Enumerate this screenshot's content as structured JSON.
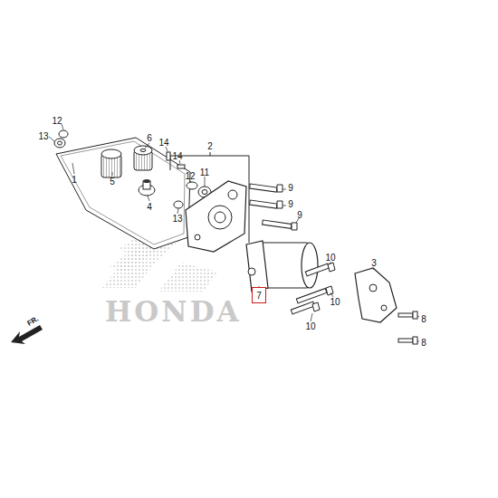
{
  "diagram": {
    "nodes": [
      {
        "text": [
          "7"
        ]
      }
    ],
    "labels": [
      "12",
      "13",
      "1",
      "6",
      "5",
      "14",
      "14",
      "12",
      "2",
      "11",
      "4",
      "13",
      "9",
      "9",
      "9",
      "10",
      "10",
      "10",
      "3",
      "8",
      "8",
      "FR.",
      "HONDA"
    ]
  }
}
